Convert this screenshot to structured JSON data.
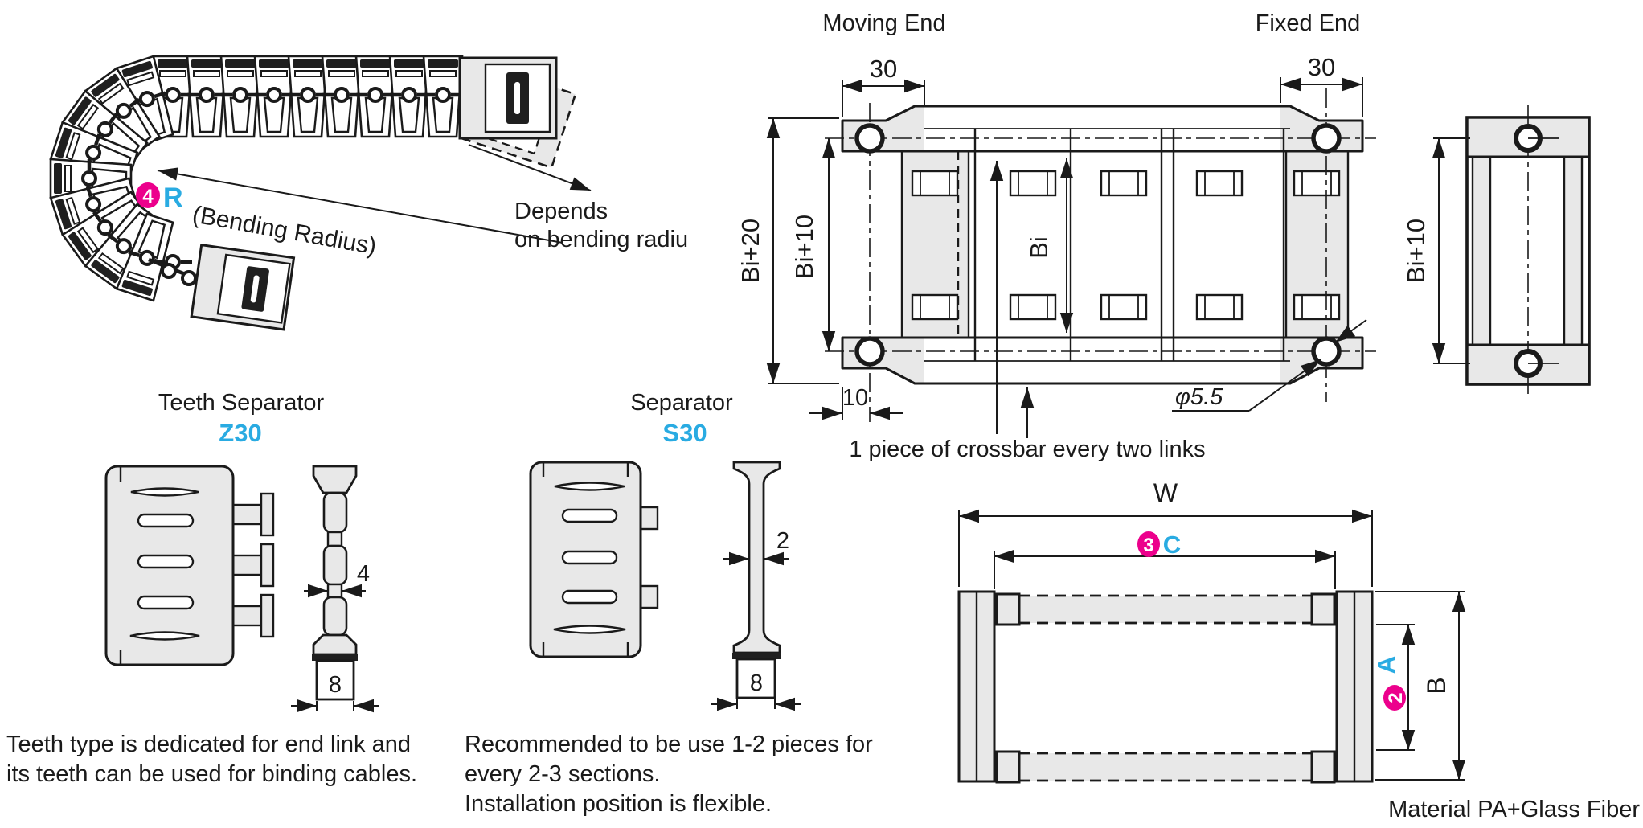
{
  "colors": {
    "accent_cyan": "#29abe2",
    "accent_magenta": "#ec008c",
    "line": "#1a1a1a",
    "fill_grey": "#e8e8e8"
  },
  "chain": {
    "badge": "4",
    "radius_symbol": "R",
    "radius_note": "(Bending Radius)",
    "depends_line1": "Depends",
    "depends_line2": "on bending radiu"
  },
  "plan": {
    "moving_end": "Moving End",
    "fixed_end": "Fixed End",
    "dim30_left": "30",
    "dim30_right": "30",
    "dim_bi20": "Bi+20",
    "dim_bi10": "Bi+10",
    "dim_bi": "Bi",
    "dim_10": "10",
    "dim_hole": "φ5.5",
    "crossbar_note": "1 piece of crossbar every two links"
  },
  "side": {
    "dim_bi10": "Bi+10"
  },
  "teeth_separator": {
    "title": "Teeth Separator",
    "code": "Z30",
    "dim_width": "4",
    "dim_base": "8"
  },
  "separator": {
    "title": "Separator",
    "code": "S30",
    "dim_width": "2",
    "dim_base": "8"
  },
  "section": {
    "dim_w": "W",
    "badge_c": "3",
    "dim_c": "C",
    "badge_a": "2",
    "dim_a": "A",
    "dim_b": "B",
    "material": "Material PA+Glass Fiber"
  },
  "notes": {
    "teeth": {
      "line1": "Teeth type is dedicated for end link and",
      "line2": "its teeth can be used for binding cables."
    },
    "separator": {
      "line1": "Recommended to be use 1-2 pieces for",
      "line2": "every 2-3 sections.",
      "line3": "Installation position is flexible."
    }
  }
}
